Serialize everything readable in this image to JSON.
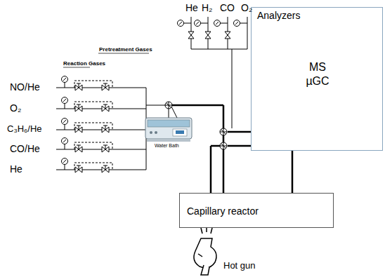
{
  "diagram": {
    "nodes": [
      {
        "text": [
          "Analyzers",
          "MS",
          "µGC"
        ]
      },
      {
        "text": [
          "Capillary reactor"
        ]
      }
    ],
    "edges": [
      {
        "from": 1,
        "to": 0,
        "arrow": "none"
      }
    ],
    "labels": [
      "He",
      "H₂",
      "CO",
      "O₂",
      "Pretreatment Gases",
      "Reaction Gases",
      "NO/He",
      "O₂",
      "C₃H₆/He",
      "CO/He",
      "He",
      "Water Bath",
      "Hot gun"
    ]
  }
}
